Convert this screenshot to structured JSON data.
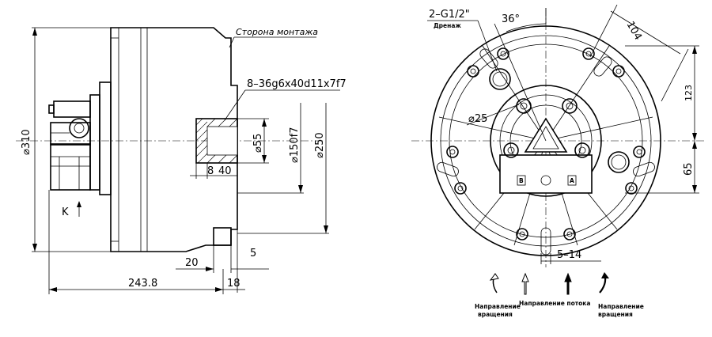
{
  "side_view": {
    "mounting_side": "Сторона монтажа",
    "spline": "8–36g6x40d11x7f7",
    "view_k": "K",
    "dims": {
      "d310": "⌀310",
      "d55": "⌀55",
      "d150": "⌀150f7",
      "d250": "⌀250",
      "d8": "8",
      "d40": "40",
      "d20": "20",
      "d5": "5",
      "d2438": "243.8",
      "d18": "18"
    }
  },
  "front_view": {
    "drain_port": "2–G1/2\"",
    "drain_label": "Дренаж",
    "dims": {
      "a36": "36°",
      "d104": "104",
      "d123": "123",
      "d65": "65",
      "d25": "⌀25",
      "slot": "5–14"
    },
    "port_a": "A",
    "port_b": "B"
  },
  "legend": {
    "rotation_left": [
      "Направление",
      "вращения"
    ],
    "flow": "Направление потока",
    "rotation_right": [
      "Направление",
      "вращения"
    ]
  }
}
